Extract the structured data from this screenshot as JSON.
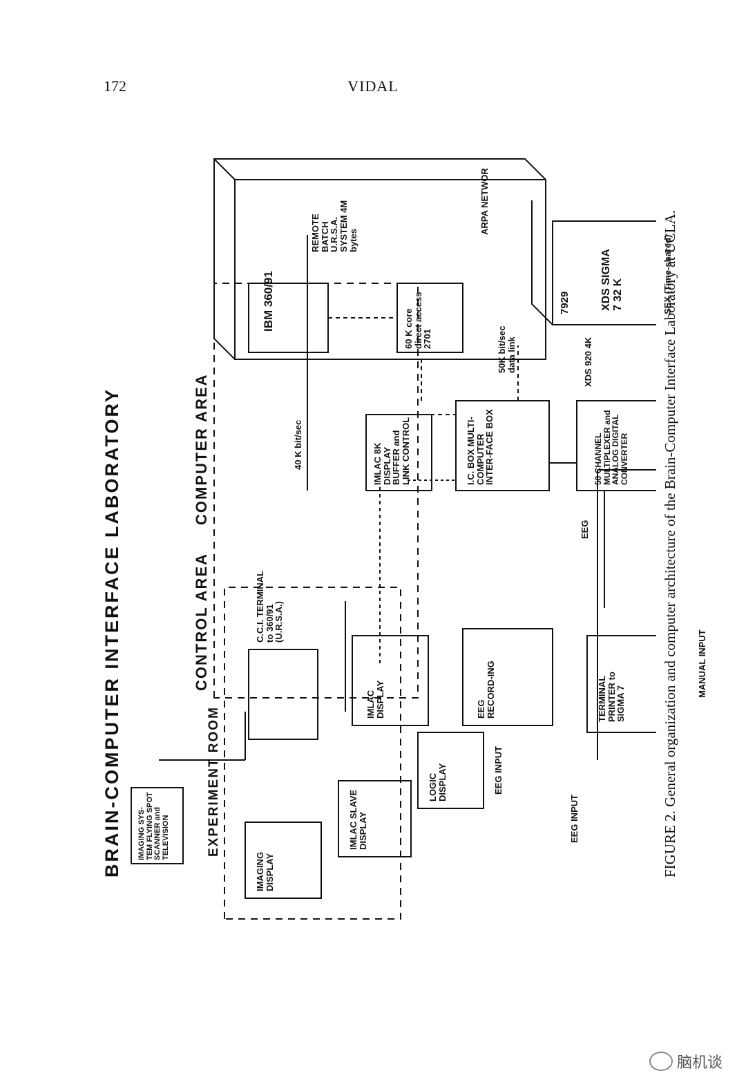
{
  "header": {
    "page_number": "172",
    "running_title": "VIDAL"
  },
  "diagram": {
    "title": "BRAIN-COMPUTER INTERFACE LABORATORY",
    "areas": {
      "computer": "COMPUTER AREA",
      "control": "CONTROL AREA",
      "experiment": "EXPERIMENT ROOM"
    },
    "labels": {
      "ibm": "IBM 360/91",
      "remote_batch": "REMOTE BATCH U.R.S.A. SYSTEM 4M bytes",
      "ibm_2701": "60 K core direct access 2701",
      "arpa": "ARPA NETWOR",
      "xds_sigma": "XDS SIGMA 7 32 K",
      "num_7929": "7929",
      "sex": "SEX (Time-shared)",
      "link_40k": "40 K bit/sec",
      "link_50k": "50K bit/sec data link",
      "imlac_8k": "IMLAC 8K DISPLAY BUFFER and LINK CONTROL",
      "ic_box": "I.C. BOX MULTI-COMPUTER INTER-FACE BOX",
      "xds920": "XDS 920 4K",
      "multiplexer": "50 CHANNEL MULTIPLEXER and ANALOG DIGITAL CONVERTER",
      "cci_terminal": "C.C.I. TERMINAL to 360/91 (U.R.S.A.)",
      "imlac_display": "IMLAC DISPLAY",
      "eeg_recording": "EEG RECORD-ING",
      "eeg": "EEG",
      "terminal_printer": "TERMINAL PRINTER to SIGMA 7",
      "manual_input": "MANUAL INPUT",
      "imaging_system": "IMAGING SYS-TEM FLYING SPOT SCANNER and TELEVISION",
      "imaging_display": "IMAGING DISPLAY",
      "imlac_slave": "IMLAC SLAVE DISPLAY",
      "logic_display": "LOGIC DISPLAY",
      "eeg_input_1": "EEG INPUT",
      "eeg_input_2": "EEG INPUT"
    }
  },
  "caption": {
    "figure_label": "FIGURE 2.",
    "text": "General organization and computer architecture of the Brain-Computer Interface Laboratory at UCLA."
  },
  "watermark": {
    "text": "脑机谈",
    "icon": "wechat-icon"
  }
}
